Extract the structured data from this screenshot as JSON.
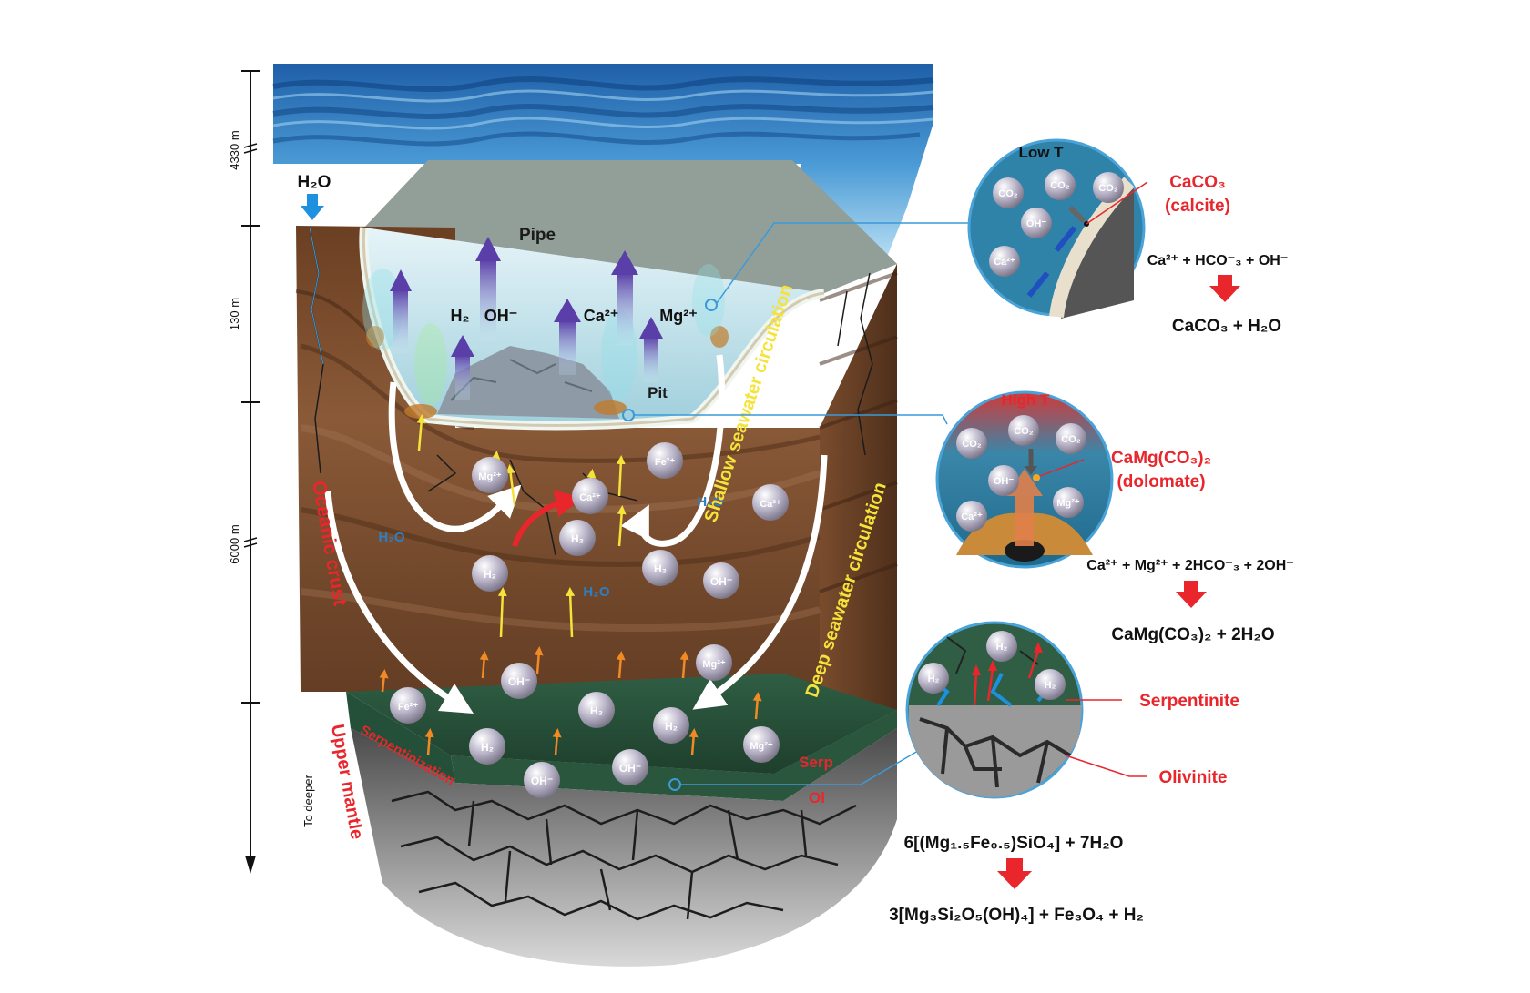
{
  "scale": {
    "depth_1": "4330 m",
    "depth_2": "130 m",
    "depth_3": "6000 m",
    "bottom": "To deeper"
  },
  "block": {
    "h2o_label": "H₂O",
    "pipe": "Pipe",
    "pit": "Pit",
    "vent_species": [
      "H₂",
      "OH⁻",
      "Ca²⁺",
      "Mg²⁺"
    ],
    "shallow_circulation": "Shallow seawater circulation",
    "deep_circulation": "Deep seawater circulation",
    "oceanic_crust": "Oceanic crust",
    "upper_mantle": "Upper mantle",
    "serpentinization": "Serpentinization",
    "serp": "Serp",
    "ol": "Ol",
    "bubbles": {
      "mg": "Mg²⁺",
      "fe": "Fe²⁺",
      "ca": "Ca²⁺",
      "h2": "H₂",
      "oh": "OH⁻",
      "h2o": "H₂O"
    }
  },
  "inset_low": {
    "title": "Low T",
    "product": "CaCO₃",
    "product_name": "(calcite)",
    "reactants": "Ca²⁺ + HCO⁻₃ + OH⁻",
    "result": "CaCO₃ + H₂O",
    "co2": "CO₂",
    "oh": "OH⁻",
    "ca": "Ca²⁺"
  },
  "inset_high": {
    "title": "High T",
    "product": "CaMg(CO₃)₂",
    "product_name": "(dolomate)",
    "reactants": "Ca²⁺ + Mg²⁺ + 2HCO⁻₃ + 2OH⁻",
    "result": "CaMg(CO₃)₂ + 2H₂O",
    "co2": "CO₂",
    "oh": "OH⁻",
    "ca": "Ca²⁺",
    "mg": "Mg²⁺"
  },
  "inset_serp": {
    "h2": "H₂",
    "serpentinite": "Serpentinite",
    "olivinite": "Olivinite",
    "reactants": "6[(Mg₁.₅Fe₀.₅)SiO₄] + 7H₂O",
    "result": "3[Mg₃Si₂O₅(OH)₄] + Fe₃O₄ + H₂"
  },
  "colors": {
    "red": "#e8262c",
    "yellow": "#f5e33a",
    "purple": "#6a4fb0",
    "ocean": "#2d7fc4",
    "crust": "#7a4a2c",
    "mantle_green": "#2f5e44"
  }
}
